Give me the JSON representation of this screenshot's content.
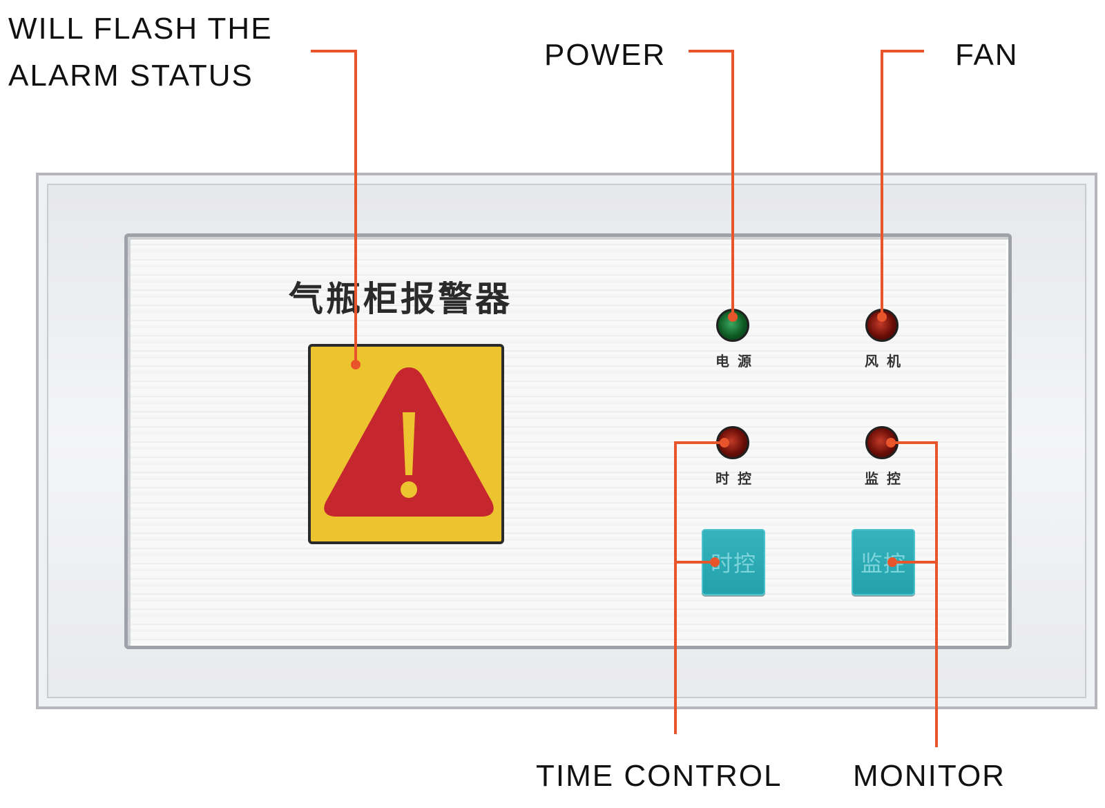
{
  "callouts": {
    "alarm_line1": "WILL FLASH THE",
    "alarm_line2": "ALARM STATUS",
    "power": "POWER",
    "fan": "FAN",
    "time_control": "TIME CONTROL",
    "monitor": "MONITOR"
  },
  "panel": {
    "title": "气瓶柜报警器",
    "indicators": {
      "power": {
        "label": "电源",
        "color": "green"
      },
      "fan": {
        "label": "风机",
        "color": "red"
      },
      "time_control": {
        "label": "时控",
        "color": "red"
      },
      "monitor": {
        "label": "监控",
        "color": "red"
      }
    },
    "buttons": {
      "time_control": "时控",
      "monitor": "监控"
    },
    "alarm_icon": "warning-triangle-icon"
  },
  "colors": {
    "leader_line": "#e8552a",
    "alarm_background": "#ecc430",
    "alarm_triangle": "#c6262e",
    "button": "#2aa9b3"
  }
}
